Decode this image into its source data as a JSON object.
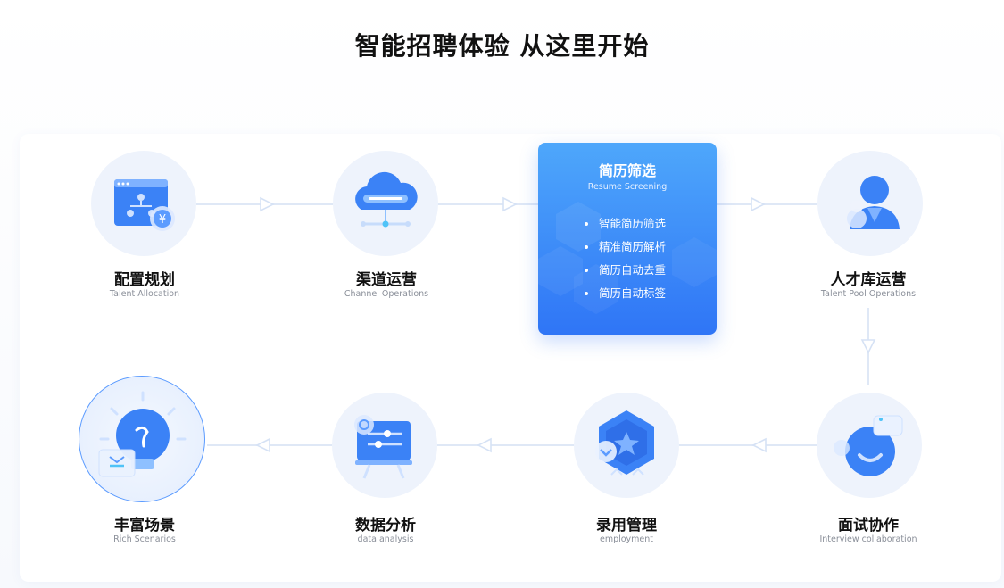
{
  "page": {
    "title": "智能招聘体验 从这里开始"
  },
  "steps": [
    {
      "title": "配置规划",
      "subtitle": "Talent Allocation",
      "icon": "org-chart-payment-icon"
    },
    {
      "title": "渠道运营",
      "subtitle": "Channel Operations",
      "icon": "cloud-network-icon"
    },
    {
      "title": "简历筛选",
      "subtitle": "Resume Screening",
      "icon": "",
      "active": true,
      "features": [
        "智能简历筛选",
        "精准简历解析",
        "简历自动去重",
        "简历自动标签"
      ]
    },
    {
      "title": "人才库运营",
      "subtitle": "Talent Pool Operations",
      "icon": "person-icon"
    },
    {
      "title": "面试协作",
      "subtitle": "Interview collaboration",
      "icon": "chat-bubble-icon"
    },
    {
      "title": "录用管理",
      "subtitle": "employment",
      "icon": "hexagon-star-badge-icon"
    },
    {
      "title": "数据分析",
      "subtitle": "data analysis",
      "icon": "presentation-board-icon"
    },
    {
      "title": "丰富场景",
      "subtitle": "Rich Scenarios",
      "icon": "lightbulb-icon"
    }
  ],
  "colors": {
    "accent": "#2f75f6",
    "accent_light": "#4ea7fb",
    "icon_bg": "#eef3fc",
    "connector": "#dfe8f6"
  }
}
